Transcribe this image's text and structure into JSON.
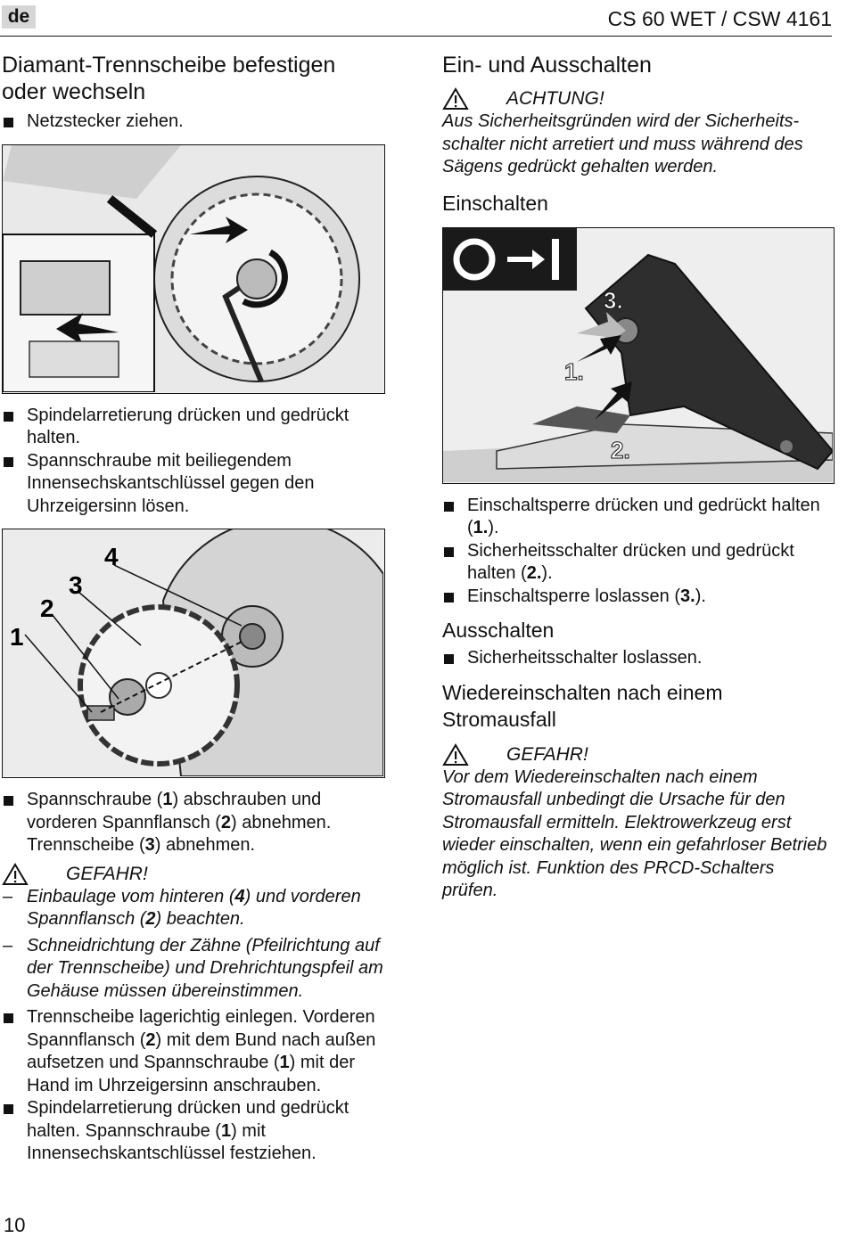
{
  "header": {
    "lang": "de",
    "model": "CS 60 WET / CSW 4161"
  },
  "left": {
    "heading": "Diamant-Trennscheibe befestigen oder wechseln",
    "b1": "Netzstecker ziehen.",
    "b2": "Spindelarretierung drücken und gedrückt halten.",
    "b3": "Spannschraube mit beiliegendem Innensechskantschlüssel gegen den Uhrzeigersinn lösen.",
    "fig2_labels": [
      "1",
      "2",
      "3",
      "4"
    ],
    "b4_pre": "Spannschraube (",
    "b4_n1": "1",
    "b4_mid1": ") abschrauben und vorderen Spannflansch (",
    "b4_n2": "2",
    "b4_mid2": ") abnehmen. Trennscheibe (",
    "b4_n3": "3",
    "b4_post": ") abnehmen.",
    "danger": "GEFAHR!",
    "d1_pre": "Einbaulage vom hinteren (",
    "d1_n1": "4",
    "d1_mid": ") und vorderen Spannflansch (",
    "d1_n2": "2",
    "d1_post": ") beachten.",
    "d2": "Schneidrichtung der Zähne (Pfeilrichtung auf der Trennscheibe) und Drehrichtungs­pfeil am Gehäuse müssen übereinstimmen.",
    "b5_pre": "Trennscheibe lagerichtig einlegen. Vorderen Spannflansch (",
    "b5_n1": "2",
    "b5_mid": ") mit dem Bund nach außen aufsetzen und Spannschraube (",
    "b5_n2": "1",
    "b5_post": ") mit der Hand im Uhrzeigersinn anschrauben.",
    "b6_pre": "Spindelarretierung drücken und gedrückt halten. Spannschraube (",
    "b6_n1": "1",
    "b6_post": ") mit Innensechskantschlüssel festziehen."
  },
  "right": {
    "heading": "Ein- und Ausschalten",
    "caution": "ACHTUNG!",
    "caution_text": "Aus Sicherheitsgründen wird der Sicherheits­schalter nicht arretiert und muss während des Sägens gedrückt gehalten werden.",
    "sub1": "Einschalten",
    "fig_labels": [
      "3.",
      "1.",
      "2."
    ],
    "r1_pre": "Einschaltsperre drücken und gedrückt halten (",
    "r1_n": "1.",
    "r1_post": ").",
    "r2_pre": "Sicherheitsschalter drücken und gedrückt halten (",
    "r2_n": "2.",
    "r2_post": ").",
    "r3_pre": "Einschaltsperre loslassen (",
    "r3_n": "3.",
    "r3_post": ").",
    "sub2": "Ausschalten",
    "r4": "Sicherheitsschalter loslassen.",
    "sub3": "Wiedereinschalten nach einem Stromausfall",
    "danger": "GEFAHR!",
    "danger_text": "Vor dem Wiedereinschalten nach einem Stromausfall unbedingt die Ursache für den Stromausfall ermitteln. Elektrowerkzeug erst wieder einschalten, wenn ein gefahrloser Betrieb möglich ist. Funktion des PRCD-Schalters prüfen."
  },
  "footer": {
    "page": "10"
  }
}
